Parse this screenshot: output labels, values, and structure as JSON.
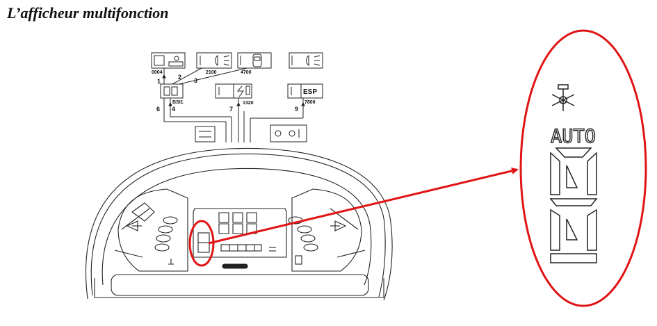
{
  "title": "L’afficheur multifonction",
  "modules": [
    {
      "code": "0004"
    },
    {
      "code": "2100"
    },
    {
      "code": "4700"
    },
    {
      "code": ""
    },
    {
      "code": "BSI1"
    },
    {
      "code": "1320"
    },
    {
      "code": "7800",
      "tag": "ESP"
    }
  ],
  "wires": [
    "1",
    "2",
    "3",
    "6",
    "4",
    "7",
    "9"
  ],
  "zoom": {
    "auto_label": "AUTO"
  },
  "colors": {
    "highlight": "#e01414",
    "line": "#222222"
  }
}
